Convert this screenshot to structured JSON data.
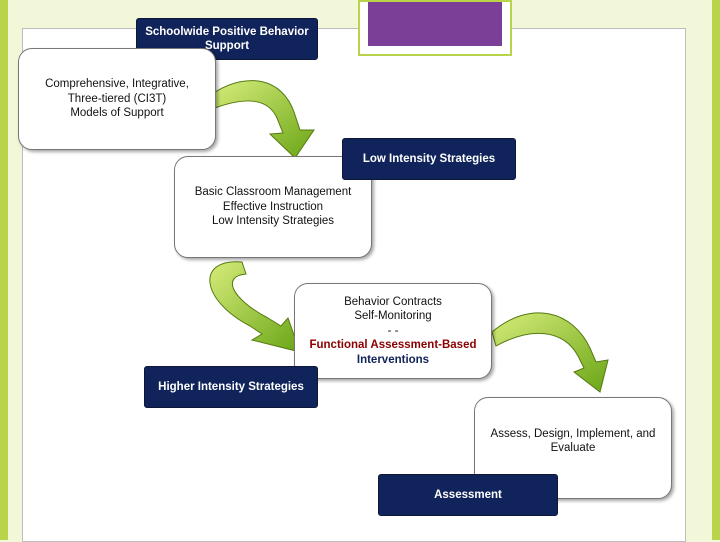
{
  "labels": {
    "schoolwide": [
      "Schoolwide Positive Behavior",
      "Support"
    ],
    "low_intensity": "Low Intensity Strategies",
    "higher_intensity": "Higher Intensity Strategies",
    "assessment": "Assessment"
  },
  "boxes": {
    "comprehensive": [
      "Comprehensive, Integrative,",
      "Three-tiered (CI3T)",
      "Models of Support"
    ],
    "basic": [
      "Basic Classroom Management",
      "Effective Instruction",
      "Low Intensity Strategies"
    ],
    "behavior": {
      "line1": "Behavior Contracts",
      "line2": "Self-Monitoring",
      "line3": "- -",
      "line4": "Functional Assessment-Based",
      "line5": "Interventions"
    },
    "assess": [
      "Assess, Design, Implement, and",
      "Evaluate"
    ]
  },
  "colors": {
    "label_bg": "#10235a",
    "arrow_fill": "#8fc31f",
    "accent_purple": "#7b3f98",
    "emphasis_red": "#8b0000"
  }
}
